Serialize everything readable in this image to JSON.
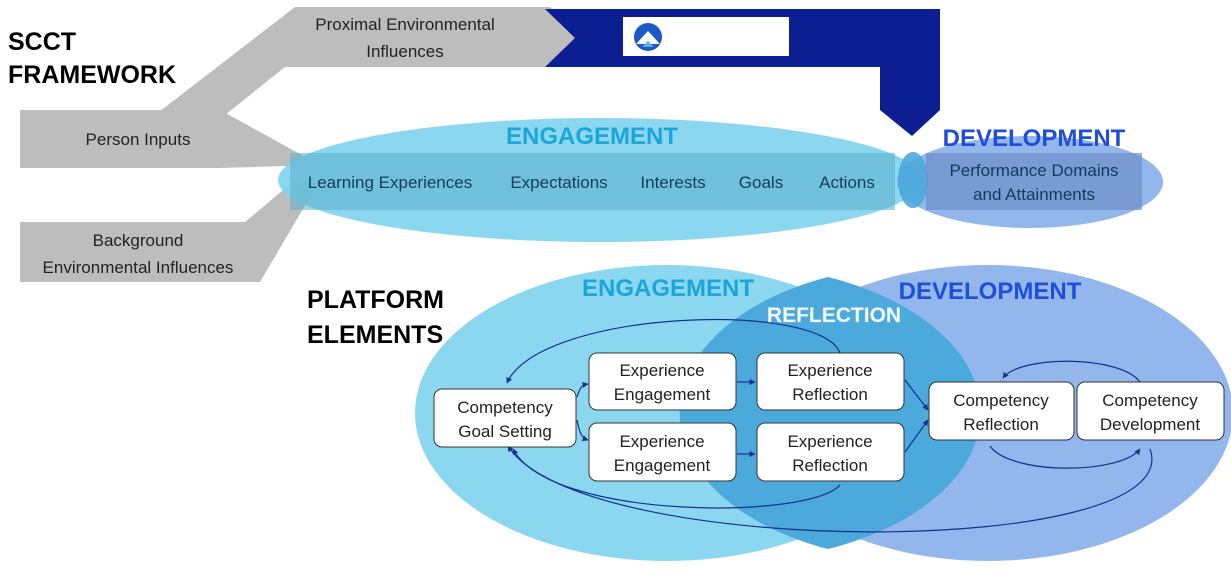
{
  "framework": {
    "heading_line1": "SCCT",
    "heading_line2": "FRAMEWORK",
    "proximal_line1": "Proximal Environmental",
    "proximal_line2": "Influences",
    "person_inputs": "Person Inputs",
    "background_line1": "Background",
    "background_line2": "Environmental Influences",
    "engagement_title": "ENGAGEMENT",
    "development_title": "DEVELOPMENT",
    "sequence": [
      "Learning Experiences",
      "Expectations",
      "Interests",
      "Goals",
      "Actions"
    ],
    "performance_line1": "Performance Domains",
    "performance_line2": "and Attainments"
  },
  "platform": {
    "heading_line1": "PLATFORM",
    "heading_line2": "ELEMENTS",
    "engagement_title": "ENGAGEMENT",
    "development_title": "DEVELOPMENT",
    "reflection_title": "REFLECTION",
    "goal_setting": {
      "line1": "Competency",
      "line2": "Goal Setting"
    },
    "engagement_1": {
      "line1": "Experience",
      "line2": "Engagement"
    },
    "engagement_2": {
      "line1": "Experience",
      "line2": "Engagement"
    },
    "reflection_1": {
      "line1": "Experience",
      "line2": "Reflection"
    },
    "reflection_2": {
      "line1": "Experience",
      "line2": "Reflection"
    },
    "competency_reflection": {
      "line1": "Competency",
      "line2": "Reflection"
    },
    "competency_development": {
      "line1": "Competency",
      "line2": "Development"
    }
  },
  "colors": {
    "grey_arrow": "#bdbdbd",
    "navy": "#0b1f93",
    "engagement_fill": "#7fd3ee",
    "development_fill": "#87aeea",
    "engagement_text": "#1ba5d8",
    "development_text": "#1f4fd6",
    "connector": "#17308f"
  }
}
